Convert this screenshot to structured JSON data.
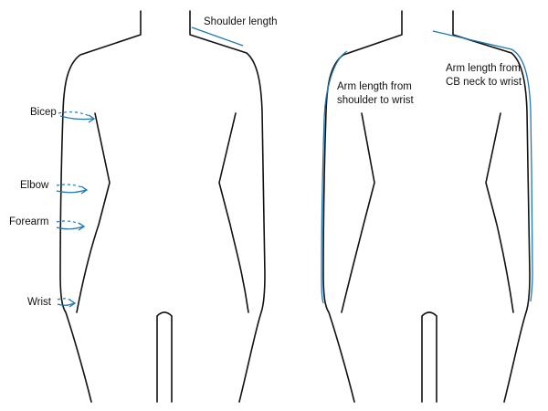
{
  "labels": {
    "shoulder_length": "Shoulder length",
    "bicep": "Bicep",
    "elbow": "Elbow",
    "forearm": "Forearm",
    "wrist": "Wrist",
    "arm_shoulder_line1": "Arm length from",
    "arm_shoulder_line2": "shoulder to wrist",
    "arm_cb_line1": "Arm length from",
    "arm_cb_line2": "CB neck to wrist"
  },
  "colors": {
    "outline": "#111111",
    "measurement": "#1f78b4",
    "background": "#ffffff"
  }
}
